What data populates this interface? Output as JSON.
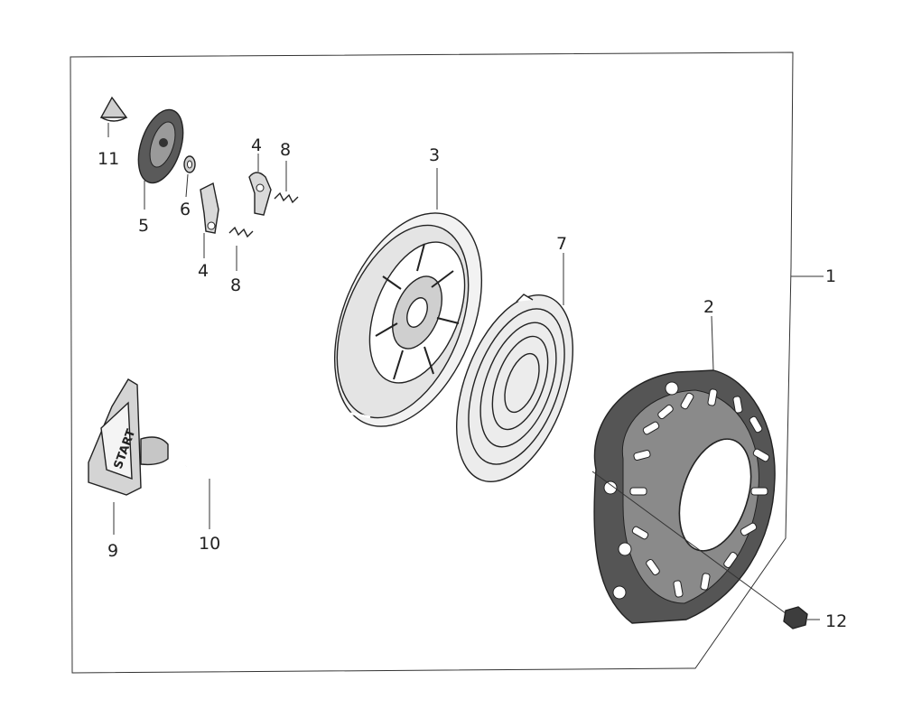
{
  "diagram": {
    "callouts": [
      "1",
      "2",
      "3",
      "4",
      "4",
      "5",
      "6",
      "7",
      "8",
      "8",
      "9",
      "10",
      "11",
      "12"
    ],
    "handle_text": "START"
  }
}
